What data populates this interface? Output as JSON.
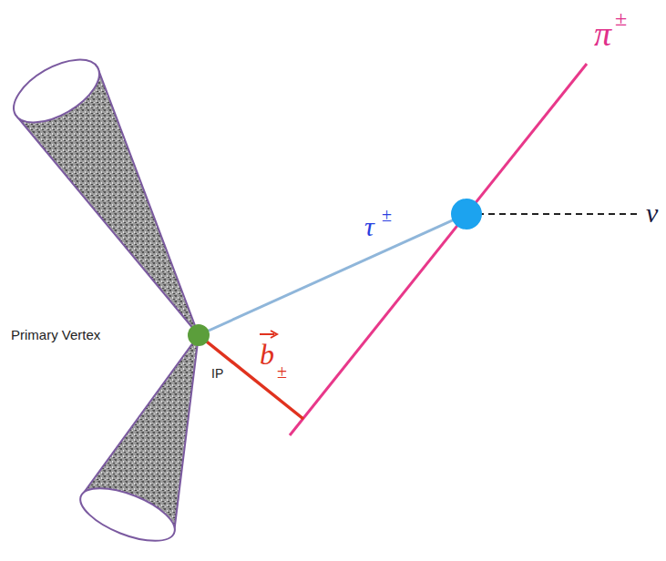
{
  "diagram": {
    "labels": [
      "π",
      "±",
      "ν",
      "τ",
      "±",
      "Primary Vertex",
      "b",
      "±",
      "IP"
    ]
  }
}
